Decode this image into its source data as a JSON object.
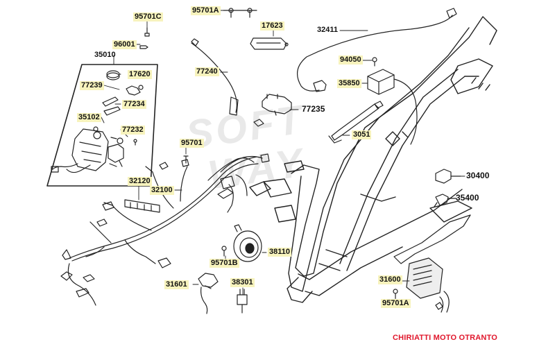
{
  "watermark": {
    "line1": "SOFT",
    "line2": "WAY"
  },
  "credit": "CHIRIATTI MOTO OTRANTO",
  "parts": [
    {
      "id": "p-95701C",
      "code": "95701C"
    },
    {
      "id": "p-95701A-top",
      "code": "95701A"
    },
    {
      "id": "p-17623",
      "code": "17623"
    },
    {
      "id": "p-32411",
      "code": "32411"
    },
    {
      "id": "p-96001",
      "code": "96001"
    },
    {
      "id": "p-35010",
      "code": "35010"
    },
    {
      "id": "p-17620",
      "code": "17620"
    },
    {
      "id": "p-77239",
      "code": "77239"
    },
    {
      "id": "p-77234",
      "code": "77234"
    },
    {
      "id": "p-35102",
      "code": "35102"
    },
    {
      "id": "p-77232",
      "code": "77232"
    },
    {
      "id": "p-77240",
      "code": "77240"
    },
    {
      "id": "p-94050",
      "code": "94050"
    },
    {
      "id": "p-35850",
      "code": "35850"
    },
    {
      "id": "p-77235",
      "code": "77235"
    },
    {
      "id": "p-3051",
      "code": "3051"
    },
    {
      "id": "p-95701",
      "code": "95701"
    },
    {
      "id": "p-30400",
      "code": "30400"
    },
    {
      "id": "p-32120",
      "code": "32120"
    },
    {
      "id": "p-32100",
      "code": "32100"
    },
    {
      "id": "p-35400",
      "code": "35400"
    },
    {
      "id": "p-38110",
      "code": "38110"
    },
    {
      "id": "p-95701B",
      "code": "95701B"
    },
    {
      "id": "p-31601",
      "code": "31601"
    },
    {
      "id": "p-38301",
      "code": "38301"
    },
    {
      "id": "p-31600",
      "code": "31600"
    },
    {
      "id": "p-95701A-bot",
      "code": "95701A"
    }
  ]
}
